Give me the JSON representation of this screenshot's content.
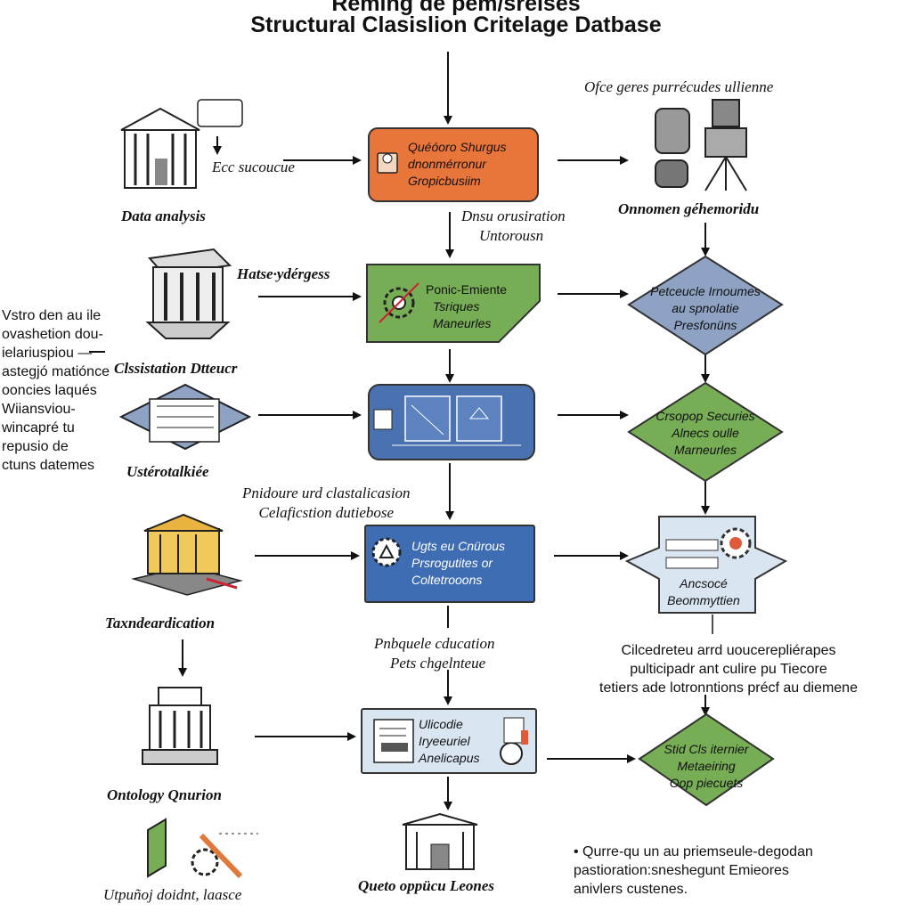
{
  "header": {
    "title_line1": "Reming de pem/sreises",
    "title_line2": "Structural Clasislion Critelage Datbase"
  },
  "left_column": {
    "item1_label": "Data analysis",
    "item1_arrow_text": "Ecc sucoucue",
    "item2_label": "Clssistation Dtteucr",
    "item2_arrow_text": "Hatse·ydérgess",
    "item3_label": "Ustérotalkiée",
    "item4_label": "Taxndeardication",
    "item5_label": "Ontology Qnurion",
    "item6_label": "Utpuñoj doidnt, laasce"
  },
  "side_note": [
    "Vstro den au ile",
    "ovashetion dou-",
    "ielariuspiou —",
    "astegjó matiónce",
    "ooncies laqués",
    "Wiiansviou-",
    "wincapré tu",
    "repusio de",
    "ctuns datemes"
  ],
  "center_column": {
    "box1_lines": [
      "Quéóoro Shurgus",
      "dnonmérronur",
      "Gropicbusiim"
    ],
    "between1": [
      "Dnsu orusiration",
      "Untorousn"
    ],
    "box2_lines": [
      "Ponic-Emiente",
      "Tsriques",
      "Maneurles"
    ],
    "box4_lines": [
      "Ugts eu Cnürous",
      "Prsrogutites or",
      "Coltetrooons"
    ],
    "between3": [
      "Pnidoure urd clastalicasion",
      "Celaficstion dutiebose"
    ],
    "between4": [
      "Pnbquele cducation",
      "Pets chgelnteue"
    ],
    "box5_lines": [
      "Ulicodie",
      "Iryeeuriel",
      "Anelicapus"
    ],
    "bottom_label": "Queto oppücu Leones"
  },
  "right_column": {
    "top_label": "Ofce geres purrécudes ullienne",
    "sub_label": "Onnomen géhemoridu",
    "d1_lines": [
      "Petceucle Irnoumes",
      "au spnolatie",
      "Presfonüns"
    ],
    "d2_lines": [
      "Crsopop  Securies",
      "Alnecs oulle",
      "Marneurles"
    ],
    "d3_lines": [
      "Ancsocé",
      "Beommyttien"
    ],
    "note1": [
      "Cilcedreteu arrd uoucerepliérapes",
      "pulticipadr ant culire pu Tiecore",
      "tetiers ade lotronntions précf au diemene"
    ],
    "d4_lines": [
      "Stid Cls iternier",
      "Metaeiring",
      "Oop piecuets"
    ],
    "note2": [
      "• Qurre-qu un au priemseule-degodan",
      "pastioration:sneshegunt Emieores",
      "anivlers custenes."
    ]
  },
  "colors": {
    "orange": "#e8753a",
    "green": "#77ad55",
    "blue_dark": "#4a72b0",
    "blue_mid": "#3f6db3",
    "light_blue": "#d9e6f2",
    "slate": "#8ea2c3",
    "outline": "#222222"
  }
}
